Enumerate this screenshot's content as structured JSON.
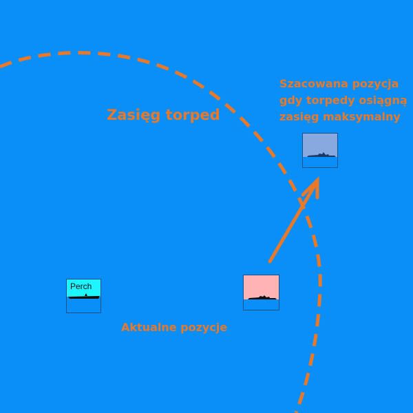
{
  "labels": {
    "range": "Zasięg torped",
    "current": "Aktualne pozycje",
    "estimated": [
      "Szacowana pozycja",
      "gdy torpedy osiągną",
      "zasięg maksymalny"
    ]
  },
  "ships": {
    "submarine_name": "Perch"
  },
  "colors": {
    "background": "#0a8ff8",
    "accent": "#e8782a",
    "sub_sky": "#1ff5ff",
    "target_sky": "#ffb4b4",
    "estimated_sky": "#88a8e0"
  }
}
